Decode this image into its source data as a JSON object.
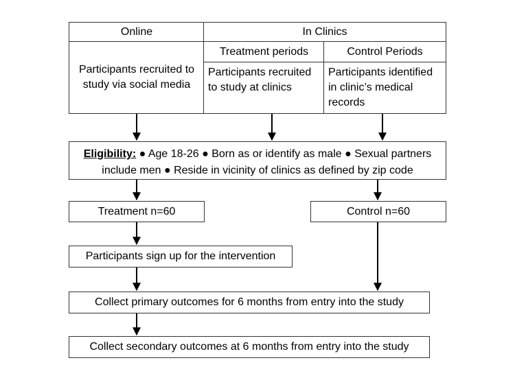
{
  "table": {
    "online_header": "Online",
    "clinics_header": "In Clinics",
    "treatment_periods_header": "Treatment periods",
    "control_periods_header": "Control Periods",
    "online_text": "Participants recruited to study via social media",
    "treatment_text": "Participants recruited to study at clinics",
    "control_text": "Participants identified in clinic’s medical records"
  },
  "eligibility": {
    "label": "Eligibility:",
    "criteria_line1": " ● Age 18-26 ● Born as or identify as male ● Sexual partners",
    "criteria_line2": "include men ● Reside in vicinity of clinics as defined by zip code"
  },
  "groups": {
    "treatment": "Treatment n=60",
    "control": "Control n=60"
  },
  "steps": {
    "signup": "Participants sign up for the intervention",
    "primary": "Collect primary outcomes for 6 months from entry into the study",
    "secondary": "Collect secondary outcomes at 6 months from entry into the study"
  }
}
